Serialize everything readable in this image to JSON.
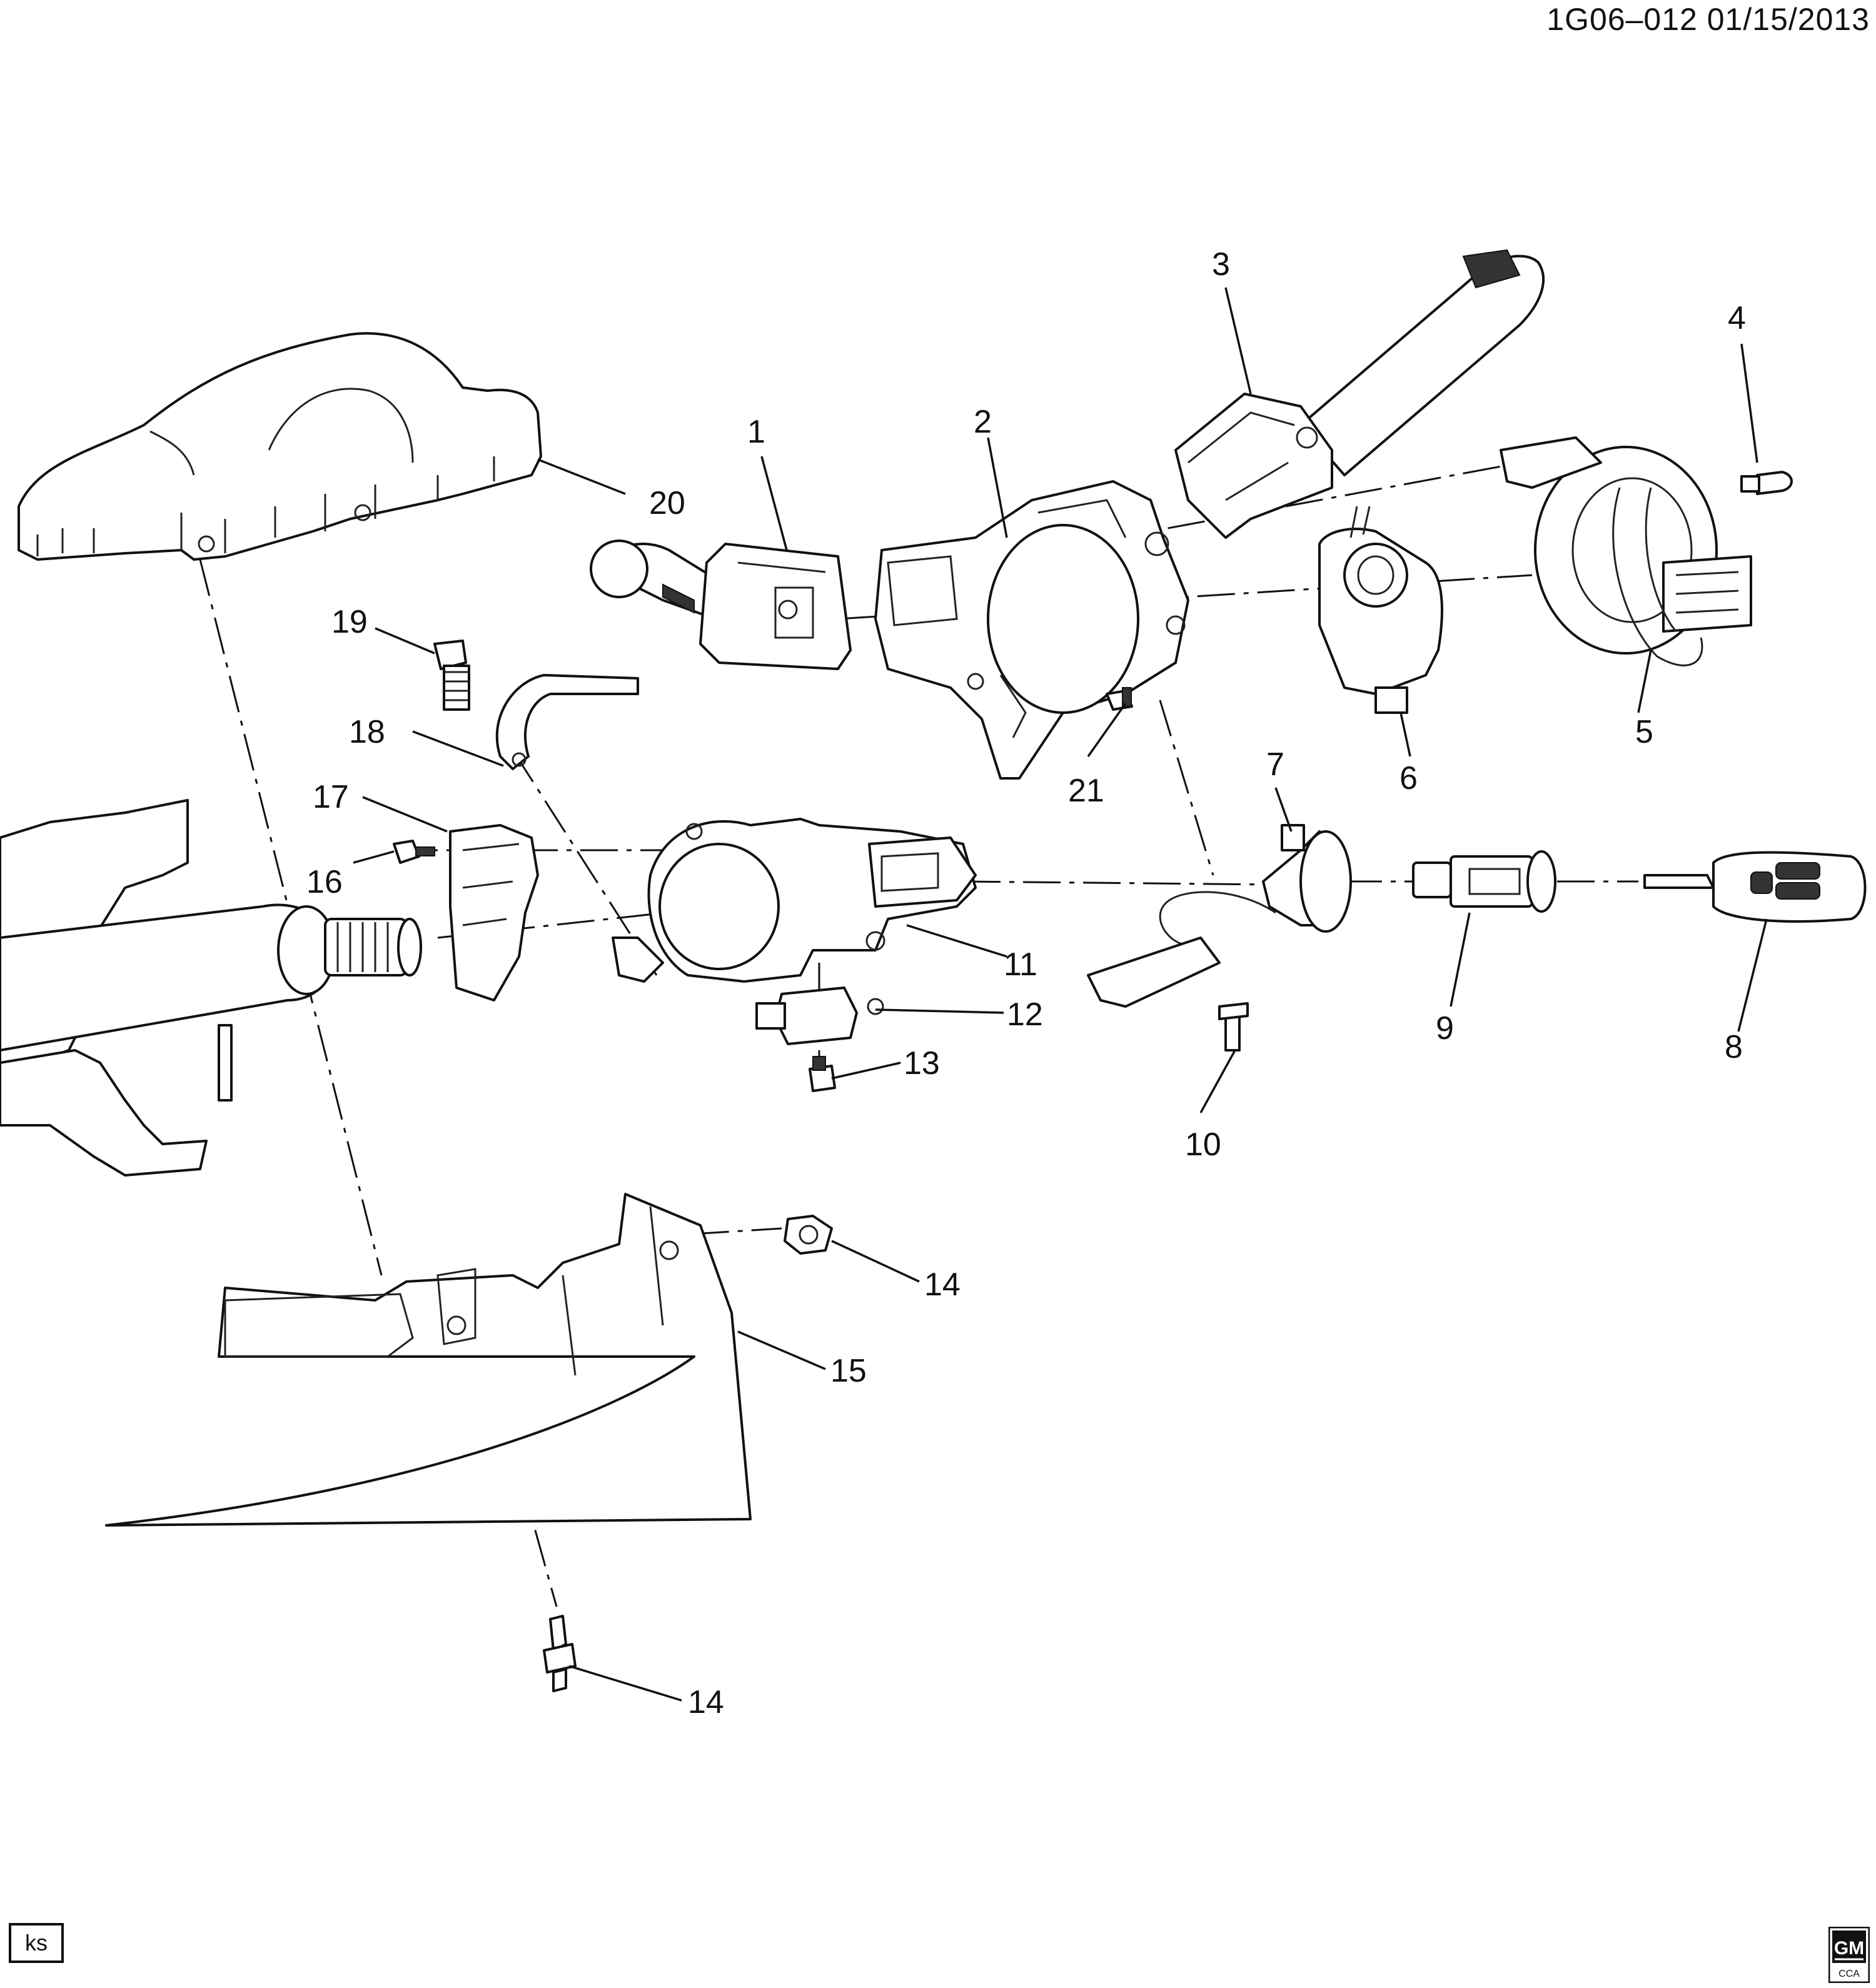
{
  "header": {
    "ref": "1G06–012 01/15/2013"
  },
  "callouts": [
    "1",
    "2",
    "3",
    "4",
    "5",
    "6",
    "7",
    "8",
    "9",
    "10",
    "11",
    "12",
    "13",
    "14",
    "14",
    "15",
    "16",
    "17",
    "18",
    "19",
    "20",
    "21"
  ],
  "footer": {
    "artist_code": "ks",
    "brand_logo": "GM",
    "brand_sub": "CCA"
  },
  "colors": {
    "line": "#111111",
    "background": "#ffffff"
  }
}
